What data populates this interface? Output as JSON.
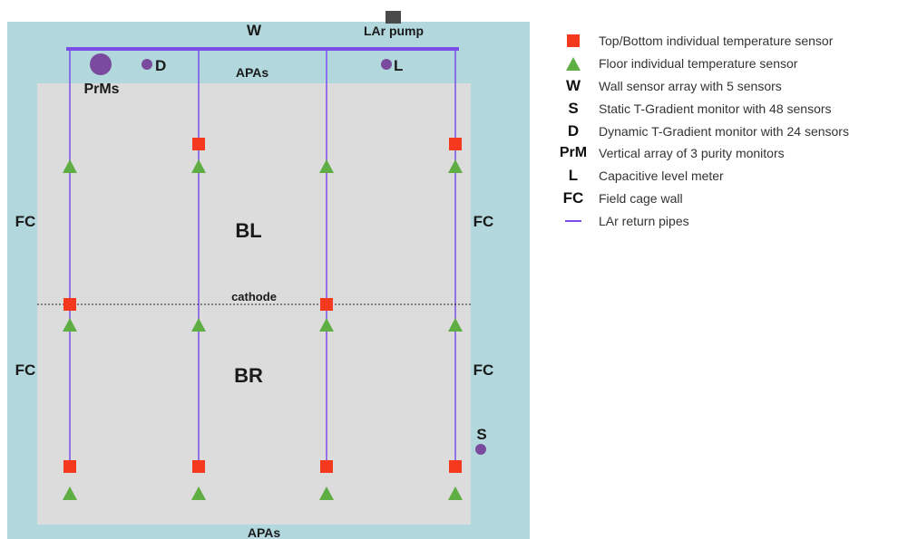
{
  "colors": {
    "outer": "#b2d8de",
    "inner": "#dcdcdc",
    "pipe": "#7b4ee8",
    "square": "#f5391f",
    "triangle": "#5fae44",
    "dot": "#7a4a9e",
    "pump": "#4a4a4a"
  },
  "labels": {
    "wall": "W",
    "pump": "LAr pump",
    "apas_top": "APAs",
    "apas_bottom": "APAs",
    "prms": "PrMs",
    "dynamic": "D",
    "level": "L",
    "static": "S",
    "fc_left_top": "FC",
    "fc_right_top": "FC",
    "fc_left_bottom": "FC",
    "fc_right_bottom": "FC",
    "beam_left": "BL",
    "beam_right": "BR",
    "cathode": "cathode"
  },
  "legend": [
    {
      "symbol": "square-icon",
      "label": "Top/Bottom individual temperature sensor"
    },
    {
      "symbol": "triangle-icon",
      "label": "Floor individual temperature sensor"
    },
    {
      "text": "W",
      "label": "Wall sensor array with 5 sensors"
    },
    {
      "text": "S",
      "label": "Static T-Gradient monitor with 48 sensors"
    },
    {
      "text": "D",
      "label": "Dynamic T-Gradient monitor with 24 sensors"
    },
    {
      "text": "PrM",
      "label": "Vertical array of 3 purity monitors"
    },
    {
      "text": "L",
      "label": "Capacitive level meter"
    },
    {
      "text": "FC",
      "label": "Field cage wall"
    },
    {
      "symbol": "line-icon",
      "label": "LAr return pipes"
    }
  ]
}
